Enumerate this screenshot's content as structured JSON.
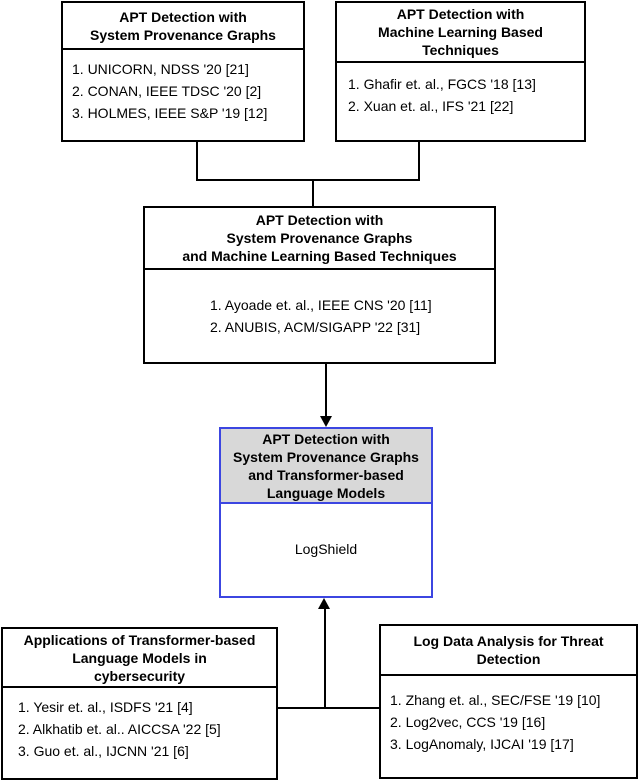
{
  "diagram_title": "APT detection literature taxonomy flowchart",
  "colors": {
    "box_border": "#000000",
    "highlight_border": "#3c46e1",
    "highlight_header_fill": "#d8d8d8",
    "connector": "#000000",
    "background": "#ffffff"
  },
  "boxes": {
    "top_left": {
      "header_lines": [
        "APT Detection with",
        "System Provenance Graphs"
      ],
      "items": [
        "1. UNICORN, NDSS '20 [21]",
        "2. CONAN, IEEE TDSC '20 [2]",
        "3. HOLMES, IEEE S&P '19 [12]"
      ]
    },
    "top_right": {
      "header_lines": [
        "APT Detection with",
        "Machine Learning Based",
        "Techniques"
      ],
      "items": [
        "1. Ghafir et. al., FGCS '18 [13]",
        "2. Xuan et. al., IFS '21 [22]"
      ]
    },
    "middle": {
      "header_lines": [
        "APT Detection with",
        "System Provenance Graphs",
        "and Machine Learning Based Techniques"
      ],
      "items": [
        "1. Ayoade et. al., IEEE CNS '20 [11]",
        "2. ANUBIS, ACM/SIGAPP '22 [31]"
      ]
    },
    "center": {
      "header_lines": [
        "APT Detection with",
        "System Provenance Graphs",
        "and Transformer-based",
        "Language Models"
      ],
      "body": "LogShield"
    },
    "bottom_left": {
      "header_lines": [
        "Applications of Transformer-based",
        "Language Models in",
        "cybersecurity"
      ],
      "items": [
        "1. Yesir et. al., ISDFS '21 [4]",
        "2. Alkhatib et. al.. AICCSA '22 [5]",
        "3. Guo et. al., IJCNN '21 [6]"
      ]
    },
    "bottom_right": {
      "header_lines": [
        "Log Data Analysis for Threat",
        "Detection"
      ],
      "items": [
        "1. Zhang et. al., SEC/FSE '19 [10]",
        "2. Log2vec, CCS '19 [16]",
        "3. LogAnomaly, IJCAI '19 [17]"
      ]
    }
  }
}
